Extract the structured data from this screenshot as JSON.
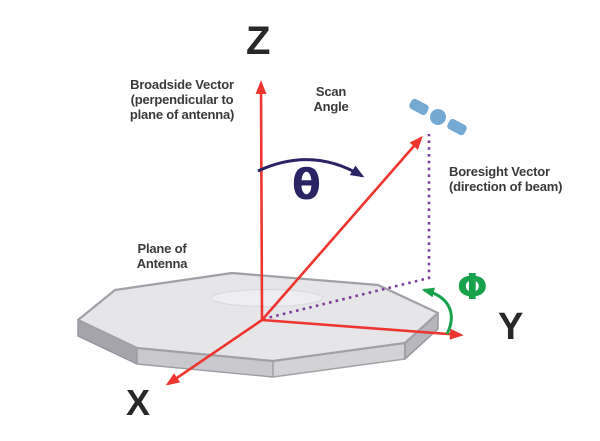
{
  "figure": {
    "description": "Antenna scan-angle geometry diagram"
  },
  "labels": {
    "broadside": "Broadside Vector\n(perpendicular to\nplane of antenna)",
    "scan_angle": "Scan\nAngle",
    "boresight": "Boresight Vector\n(direction of beam)",
    "plane_of_antenna": "Plane of\nAntenna",
    "z_axis": "Z",
    "x_axis": "X",
    "y_axis": "Y",
    "theta": "θ",
    "phi": "Φ"
  },
  "colors": {
    "axis_red": "#ee3530",
    "theta_navy": "#2a2364",
    "phi_green": "#17a24b",
    "projection_purple": "#7d3f9b",
    "satellite_blue": "#74a9d3",
    "plate_top": "#e6e6e8",
    "plate_border": "#a0a0a6",
    "text_color": "#3a3a3c",
    "axis_letter_color": "#28282a"
  }
}
